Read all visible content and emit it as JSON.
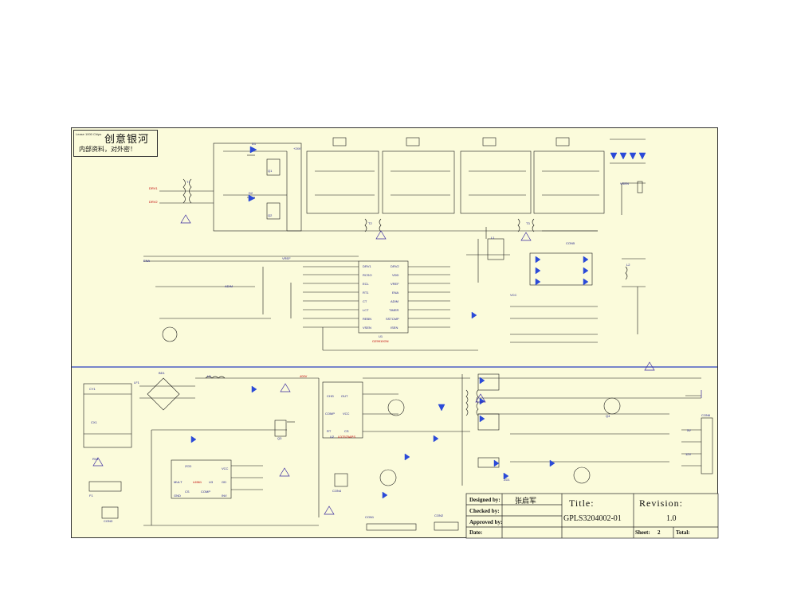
{
  "logo": {
    "small_text": "Lease 1000 Chips",
    "company": "创意银河",
    "note": "内部资料，对外密！"
  },
  "title_block": {
    "designed_label": "Designed by:",
    "designer": "张启军",
    "checked_label": "Checked by:",
    "approved_label": "Approved by:",
    "date_label": "Date:",
    "title_label": "Title:",
    "title_value": "GPLS3204002-01",
    "revision_label": "Revision:",
    "revision_value": "1.0",
    "sheet_label": "Sheet:",
    "sheet_value": "2",
    "total_label": "Total:"
  },
  "connectors": {
    "cn1": "CON1",
    "cn2": "CON2",
    "cn3": "CON3",
    "cn4": "CON4",
    "cn5": "CON5",
    "cn6": "CON6"
  },
  "ics": {
    "u1_name": "U1",
    "u1_part": "OZ9910GN",
    "u1_pins_left": [
      "DRV1",
      "RCSO",
      "ECL",
      "RT1",
      "CT",
      "LCT",
      "REBN",
      "VSEN"
    ],
    "u1_pins_right": [
      "DRV2",
      "VDD",
      "VREF",
      "ENA",
      "ADIM",
      "TIMER",
      "SSTCMP",
      "ISEN"
    ],
    "u2_name": "U2",
    "u2_part": "LD7575APS",
    "u2_pins": [
      "CHG",
      "OUT",
      "COMP",
      "VCC",
      "RT",
      "CS"
    ],
    "u3_name": "U3",
    "u3_part": "L6561",
    "u3_pins": [
      "ZCD",
      "VCC",
      "MULT",
      "GD",
      "INV",
      "COMP",
      "CS",
      "GND"
    ]
  },
  "labels": {
    "lcd_vin": "+24V",
    "vsen": "VSEN",
    "drv1": "DRV1",
    "drv2": "DRV2",
    "ena": "ENA",
    "adim": "ADIM",
    "vref": "VREF",
    "vcc": "VCC",
    "l1": "L1",
    "l2": "L2",
    "l3": "L3",
    "t1": "T1",
    "t2": "T2",
    "t3": "T3",
    "bd1": "BD1",
    "cy1": "CY1",
    "lf1": "LF1",
    "f1": "F1",
    "rv1": "RV1",
    "cx1": "CX1",
    "q1": "Q1",
    "q2": "Q2",
    "q3": "Q3",
    "q4": "Q4",
    "d1": "D1",
    "d2": "D2",
    "zd1": "ZD1",
    "hv_out": "400V",
    "out_5v": "5V",
    "out_12v": "12V"
  },
  "colors": {
    "sheet_bg": "#fbfbdb",
    "wire": "#1a1a1a",
    "divider": "#2a3fbf",
    "diode_blue": "#2b4ad8",
    "net_red": "#c00000",
    "ground_purple": "#3a2aa0"
  }
}
